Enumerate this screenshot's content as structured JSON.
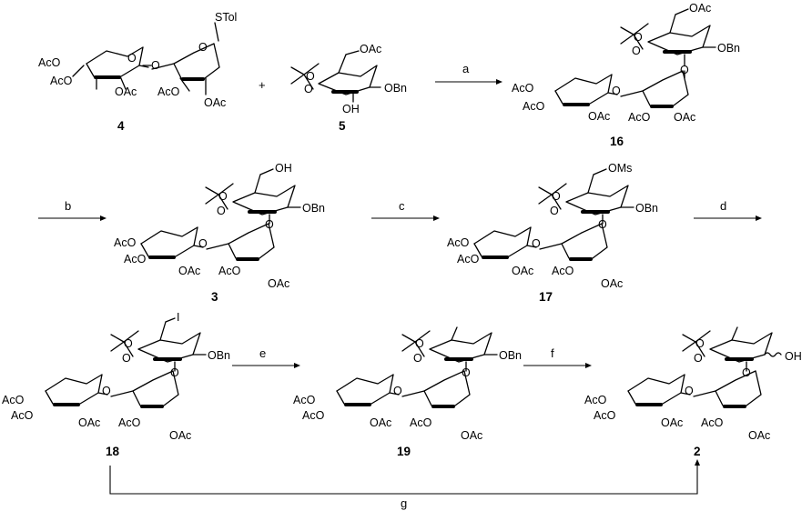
{
  "compounds": {
    "c4": "4",
    "c5": "5",
    "c16": "16",
    "c3": "3",
    "c17": "17",
    "c18": "18",
    "c19": "19",
    "c2": "2"
  },
  "reagents": {
    "a": "a",
    "b": "b",
    "c": "c",
    "d": "d",
    "e": "e",
    "f": "f",
    "g": "g"
  },
  "plus": "+",
  "groups": {
    "OAc": "OAc",
    "AcO": "AcO",
    "OBn": "OBn",
    "OH": "OH",
    "OMs": "OMs",
    "O": "O",
    "STol": "STol",
    "I": "I"
  }
}
